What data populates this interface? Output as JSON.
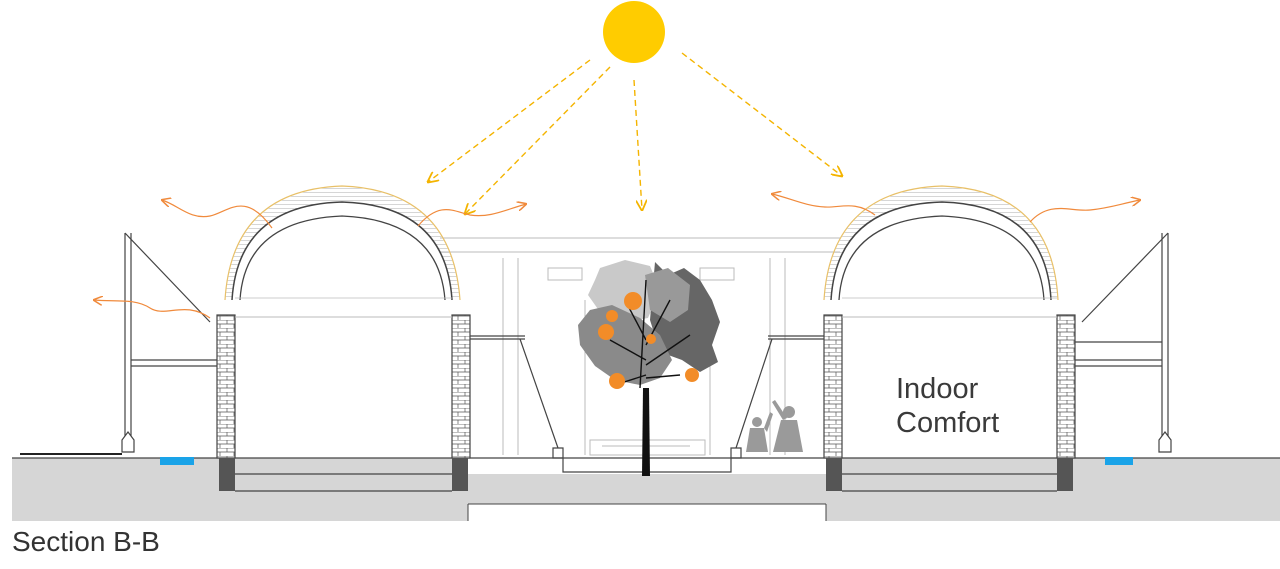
{
  "labels": {
    "indoor_line1": "Indoor",
    "indoor_line2": "Comfort",
    "section_title": "Section B-B"
  },
  "colors": {
    "sun": "#ffcc00",
    "sun_ray": "#f4b400",
    "heat_flow": "#f08a3c",
    "ground": "#d6d6d6",
    "water": "#1aa3e8",
    "footing": "#555555",
    "brick_pier": "#eeeeee",
    "structure_line": "#444444",
    "tree_dark": "#666666",
    "tree_mid": "#8a8a8a",
    "tree_light": "#c9c9c9",
    "fruit": "#f28c28",
    "people": "#9a9a9a"
  },
  "icons": [
    "sun-icon",
    "tree-icon",
    "people-icon",
    "heat-flow-arrow-icon",
    "sun-ray-arrow-icon"
  ]
}
